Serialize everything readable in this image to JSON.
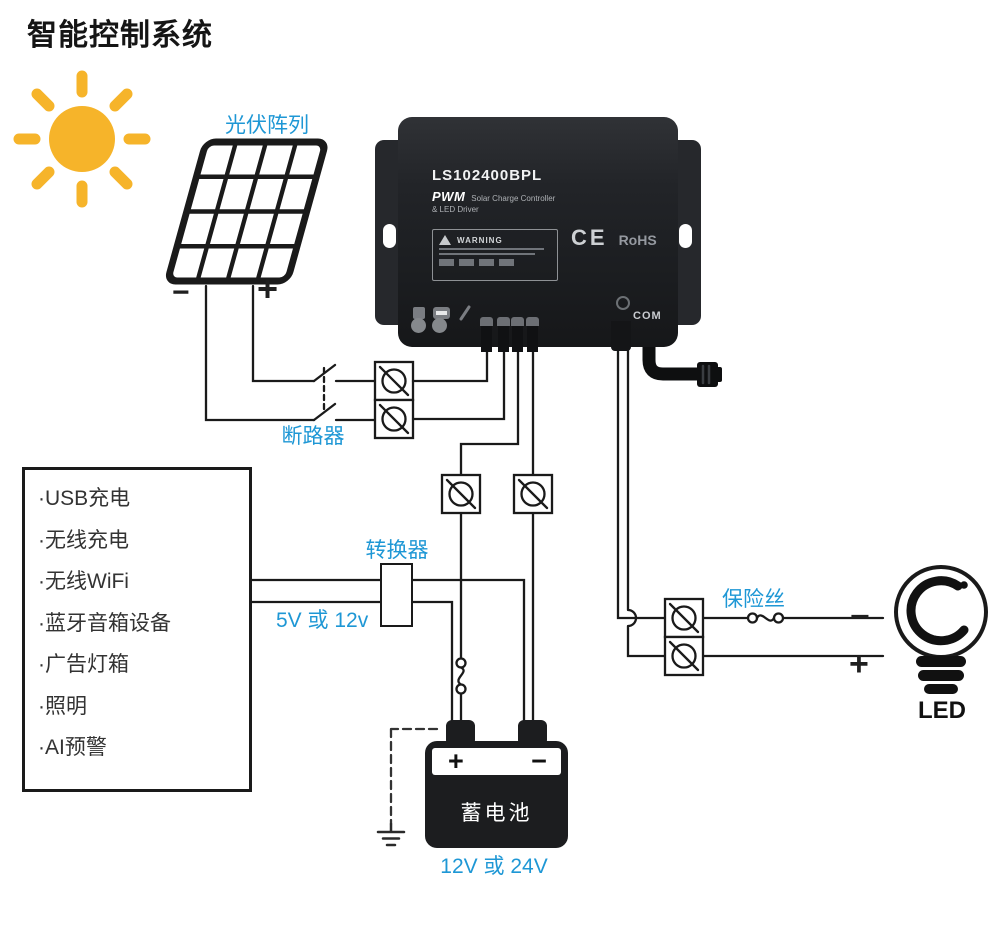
{
  "title": "智能控制系统",
  "solar": {
    "label": "光伏阵列",
    "minus": "−",
    "plus": "+"
  },
  "controller": {
    "model": "LS102400BPL",
    "pwm": "PWM",
    "type": "Solar Charge Controller",
    "driver": "& LED Driver",
    "warning": "WARNING",
    "ce": "CE",
    "rohs": "RoHS",
    "com": "COM"
  },
  "breaker": {
    "label": "断路器"
  },
  "features": {
    "items": [
      "·USB充电",
      "·无线充电",
      "·无线WiFi",
      "·蓝牙音箱设备",
      "·广告灯箱",
      "·照明",
      "·AI预警"
    ]
  },
  "converter": {
    "label": "转换器",
    "voltage": "5V 或 12v"
  },
  "battery": {
    "label": "蓄电池",
    "plus": "+",
    "minus": "−",
    "voltage": "12V 或 24V"
  },
  "fuse": {
    "label": "保险丝"
  },
  "led": {
    "label": "LED",
    "minus": "−",
    "plus": "+"
  },
  "colors": {
    "accent_blue": "#1e97d5",
    "sun_yellow": "#f6b42a",
    "wire": "#1a1a1a",
    "device_black": "#1b1d20"
  }
}
